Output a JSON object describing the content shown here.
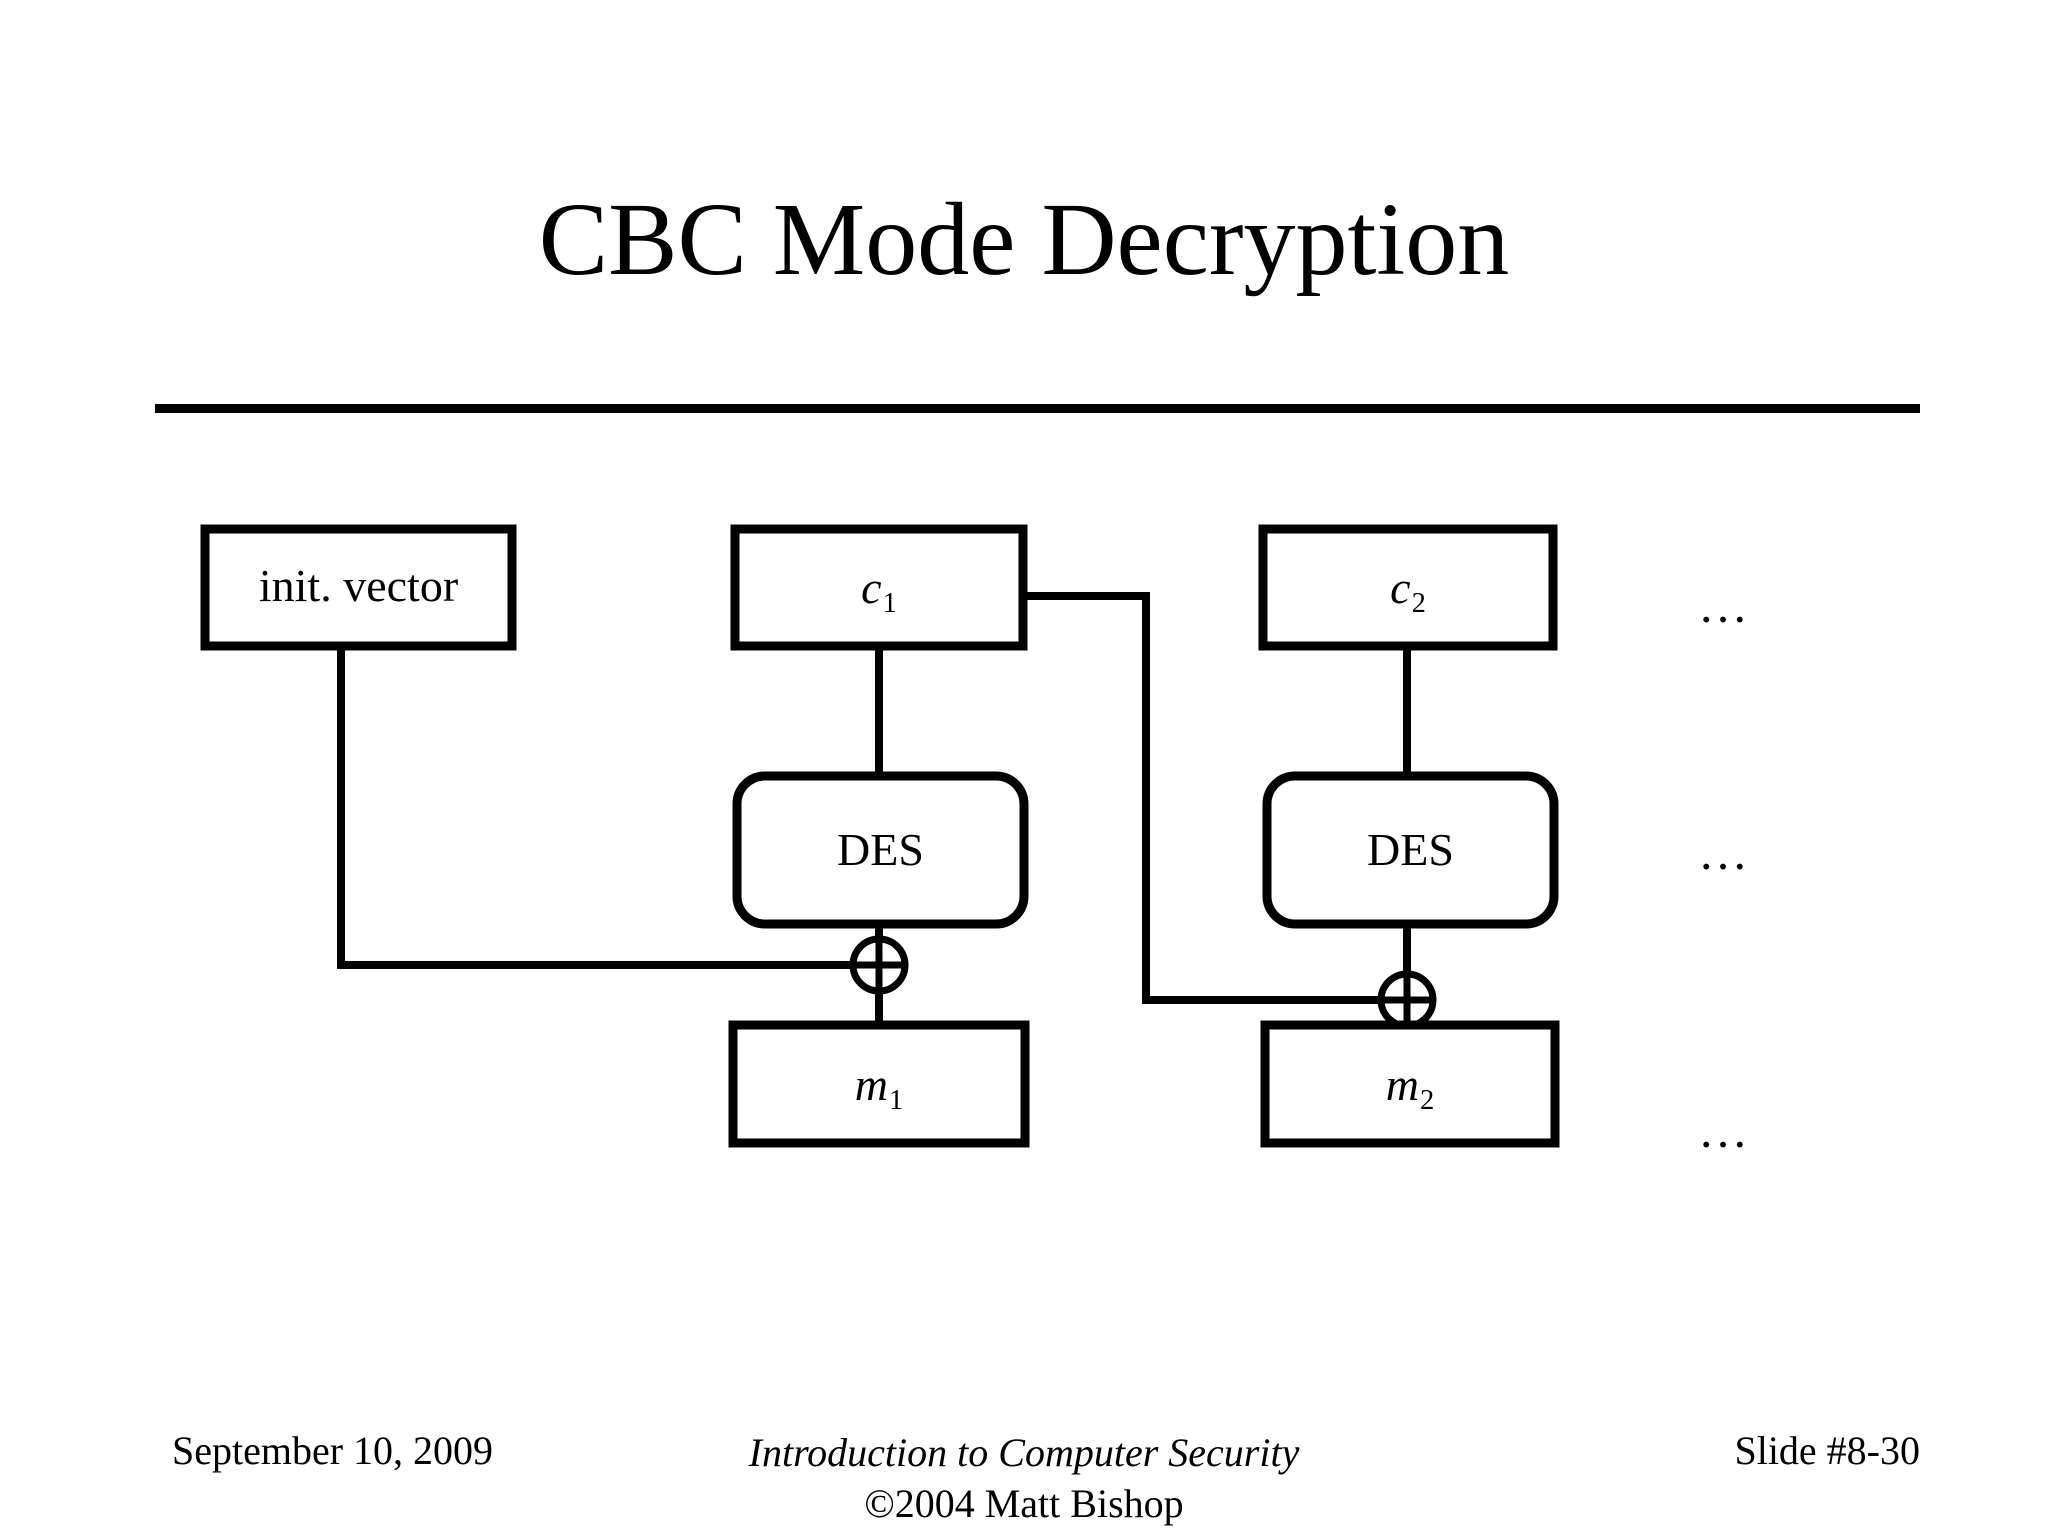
{
  "slide": {
    "title": "CBC Mode Decryption",
    "background_color": "#ffffff",
    "ink_color": "#000000"
  },
  "diagram": {
    "name": "cbc-mode-decryption-diagram",
    "nodes": {
      "init_vector": {
        "label": "init. vector",
        "shape": "rect"
      },
      "c1": {
        "label": "c",
        "subscript": "1",
        "shape": "rect"
      },
      "c2": {
        "label": "c",
        "subscript": "2",
        "shape": "rect"
      },
      "des1": {
        "label": "DES",
        "shape": "rounded-rect"
      },
      "des2": {
        "label": "DES",
        "shape": "rounded-rect"
      },
      "xor1": {
        "label": "xor-operator",
        "symbol": "circled-plus"
      },
      "xor2": {
        "label": "xor-operator",
        "symbol": "circled-plus"
      },
      "m1": {
        "label": "m",
        "subscript": "1",
        "shape": "rect"
      },
      "m2": {
        "label": "m",
        "subscript": "2",
        "shape": "rect"
      }
    },
    "continuation_marks": [
      {
        "label": "…",
        "row": "ciphertext-row"
      },
      {
        "label": "…",
        "row": "des-row"
      },
      {
        "label": "…",
        "row": "plaintext-row"
      }
    ]
  },
  "footer": {
    "date": "September 10, 2009",
    "course_title": "Introduction to Computer Security",
    "copyright": "©2004 Matt Bishop",
    "slide_number": "Slide #8-30"
  }
}
